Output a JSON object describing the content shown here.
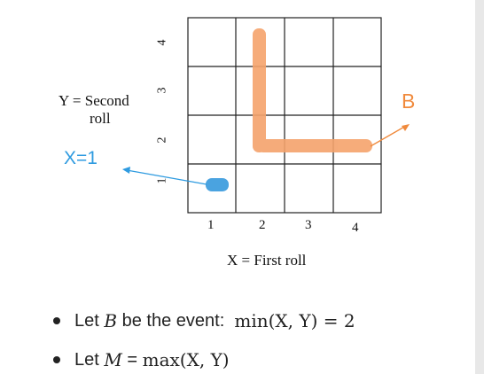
{
  "diagram": {
    "grid_size": 4,
    "x_ticks": [
      "1",
      "2",
      "3",
      "4"
    ],
    "y_ticks": [
      "1",
      "2",
      "3",
      "4"
    ],
    "x_axis_label": "X = First roll",
    "y_axis_label_line1": "Y = Second",
    "y_axis_label_line2": "roll",
    "annotations": {
      "x_equals_1": "X=1",
      "event_B": "B"
    },
    "colors": {
      "orange": "#f5a36c",
      "orange_text": "#f08a3c",
      "blue": "#4aa3e0",
      "blue_text": "#2f9be0",
      "grid": "#222222"
    }
  },
  "bullets": [
    {
      "prefix": "Let ",
      "var": "B",
      "middle": " be the event:  ",
      "expr": "min(X, Y) = 2"
    },
    {
      "prefix": "Let ",
      "var": "M",
      "middle": " = ",
      "expr": "max(X, Y)"
    }
  ]
}
